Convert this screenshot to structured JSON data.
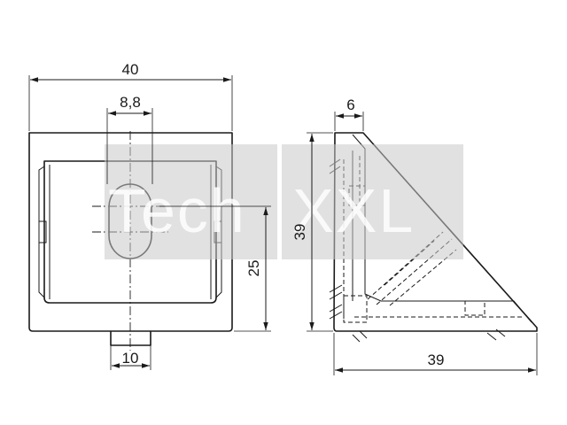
{
  "drawing": {
    "dimensions": {
      "width_front": "40",
      "slot_width": "8,8",
      "slot_height": "25",
      "foot_width": "10",
      "wall_thickness": "6",
      "side_height": "39",
      "side_width": "39"
    },
    "watermark": {
      "text_a": "Tech",
      "text_b": "XXL"
    }
  }
}
